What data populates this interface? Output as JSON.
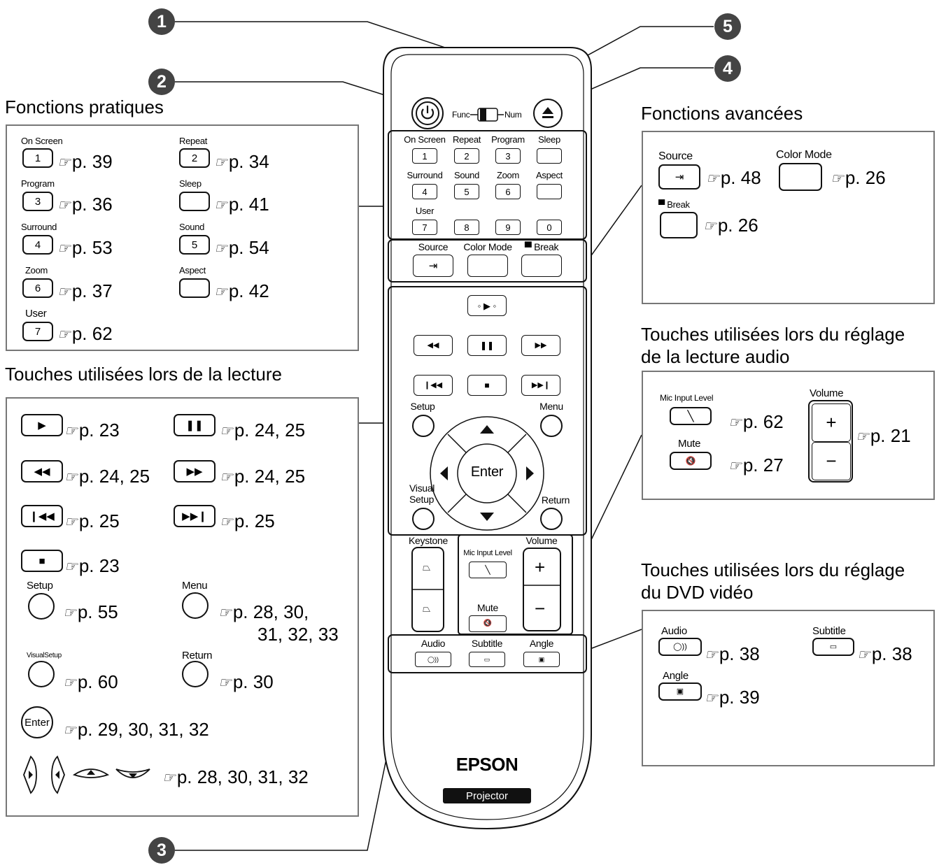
{
  "callouts": [
    "1",
    "2",
    "3",
    "4",
    "5"
  ],
  "headings": {
    "practical": "Fonctions pratiques",
    "advanced": "Fonctions avancées",
    "playback": "Touches utilisées lors de la lecture",
    "audio_line1": "Touches utilisées lors du réglage",
    "audio_line2": "de la lecture audio",
    "dvd_line1": "Touches utilisées lors du réglage",
    "dvd_line2": "du DVD vidéo"
  },
  "hand_icon": "☞",
  "practical": [
    {
      "label": "On Screen",
      "key": "1",
      "ref": "p. 39"
    },
    {
      "label": "Repeat",
      "key": "2",
      "ref": "p. 34"
    },
    {
      "label": "Program",
      "key": "3",
      "ref": "p. 36"
    },
    {
      "label": "Sleep",
      "key": "",
      "ref": "p. 41"
    },
    {
      "label": "Surround",
      "key": "4",
      "ref": "p. 53"
    },
    {
      "label": "Sound",
      "key": "5",
      "ref": "p. 54"
    },
    {
      "label": "Zoom",
      "key": "6",
      "ref": "p. 37"
    },
    {
      "label": "Aspect",
      "key": "",
      "ref": "p. 42"
    },
    {
      "label": "User",
      "key": "7",
      "ref": "p. 62"
    }
  ],
  "advanced": [
    {
      "label": "Source",
      "ref": "p. 48"
    },
    {
      "label": "Color Mode",
      "ref": "p. 26"
    },
    {
      "label": "Break",
      "ref": "p. 26"
    }
  ],
  "playback": {
    "play": "p. 23",
    "pause": "p. 24, 25",
    "rewind": "p. 24, 25",
    "ffwd": "p. 24, 25",
    "prev": "p. 25",
    "next": "p. 25",
    "stop": "p. 23",
    "setup_label": "Setup",
    "setup": "p. 55",
    "menu_label": "Menu",
    "menu_line1": "p. 28, 30,",
    "menu_line2": "31, 32, 33",
    "visual_label": "VisualSetup",
    "visual": "p. 60",
    "return_label": "Return",
    "return": "p. 30",
    "enter_label": "Enter",
    "enter": "p. 29, 30, 31, 32",
    "arrows": "p. 28, 30, 31, 32"
  },
  "audio": {
    "mic_label": "Mic Input Level",
    "mic": "p. 62",
    "mute_label": "Mute",
    "mute": "p. 27",
    "volume_label": "Volume",
    "volume": "p. 21",
    "plus": "+",
    "minus": "−"
  },
  "dvd": {
    "audio_label": "Audio",
    "audio": "p. 38",
    "subtitle_label": "Subtitle",
    "subtitle": "p. 38",
    "angle_label": "Angle",
    "angle": "p. 39"
  },
  "remote": {
    "func": "Func",
    "num": "Num",
    "keys": [
      {
        "label": "On Screen",
        "key": "1"
      },
      {
        "label": "Repeat",
        "key": "2"
      },
      {
        "label": "Program",
        "key": "3"
      },
      {
        "label": "Sleep",
        "key": ""
      },
      {
        "label": "Surround",
        "key": "4"
      },
      {
        "label": "Sound",
        "key": "5"
      },
      {
        "label": "Zoom",
        "key": "6"
      },
      {
        "label": "Aspect",
        "key": ""
      },
      {
        "label": "User",
        "key": "7"
      },
      {
        "label": "",
        "key": "8"
      },
      {
        "label": "",
        "key": "9"
      },
      {
        "label": "",
        "key": "0"
      }
    ],
    "source": "Source",
    "color_mode": "Color Mode",
    "break": "Break",
    "setup": "Setup",
    "menu": "Menu",
    "visual_line1": "Visual",
    "visual_line2": "Setup",
    "return": "Return",
    "enter": "Enter",
    "keystone": "Keystone",
    "mic": "Mic Input Level",
    "volume": "Volume",
    "mute": "Mute",
    "plus": "+",
    "minus": "−",
    "audio": "Audio",
    "subtitle": "Subtitle",
    "angle": "Angle",
    "brand": "EPSON",
    "product": "Projector"
  }
}
